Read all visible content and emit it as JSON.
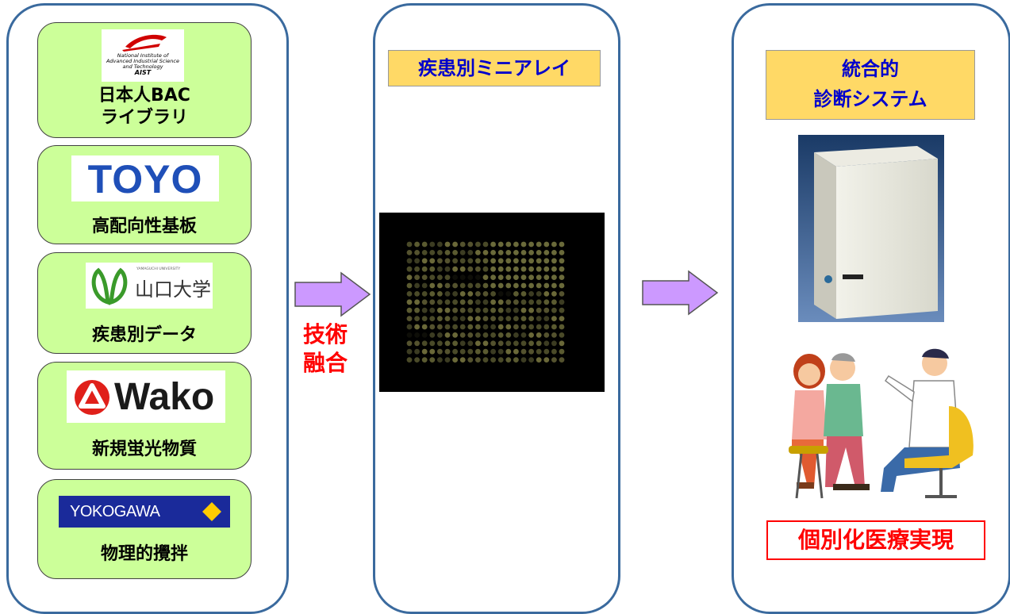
{
  "left_cards": [
    {
      "logo_lines": [
        "National Institute of",
        "Advanced Industrial Science",
        "and Technology",
        "AIST"
      ],
      "label_lines": [
        "日本人BAC",
        "ライブラリ"
      ]
    },
    {
      "logo_text": "TOYO",
      "label_lines": [
        "高配向性基板"
      ]
    },
    {
      "logo_small": "YAMAGUCHI UNIVERSITY",
      "logo_text": "山口大学",
      "label_lines": [
        "疾患別データ"
      ]
    },
    {
      "logo_text": "Wako",
      "label_lines": [
        "新規蛍光物質"
      ]
    },
    {
      "logo_text": "YOKOGAWA",
      "label_lines": [
        "物理的攪拌"
      ]
    }
  ],
  "middle": {
    "title": "疾患別ミニアレイ",
    "fusion_lines": [
      "技術",
      "融合"
    ]
  },
  "right": {
    "title_lines": [
      "統合的",
      "診断システム"
    ],
    "footer": "個別化医療実現"
  },
  "colors": {
    "panel_border": "#3a6a9e",
    "card_fill": "#ccff99",
    "title_fill": "#ffd966",
    "title_text": "#0000cc",
    "arrow_fill": "#cc99ff",
    "fusion_text": "#ff0000",
    "footer_border": "#ff0000",
    "footer_text": "#ff0000"
  }
}
